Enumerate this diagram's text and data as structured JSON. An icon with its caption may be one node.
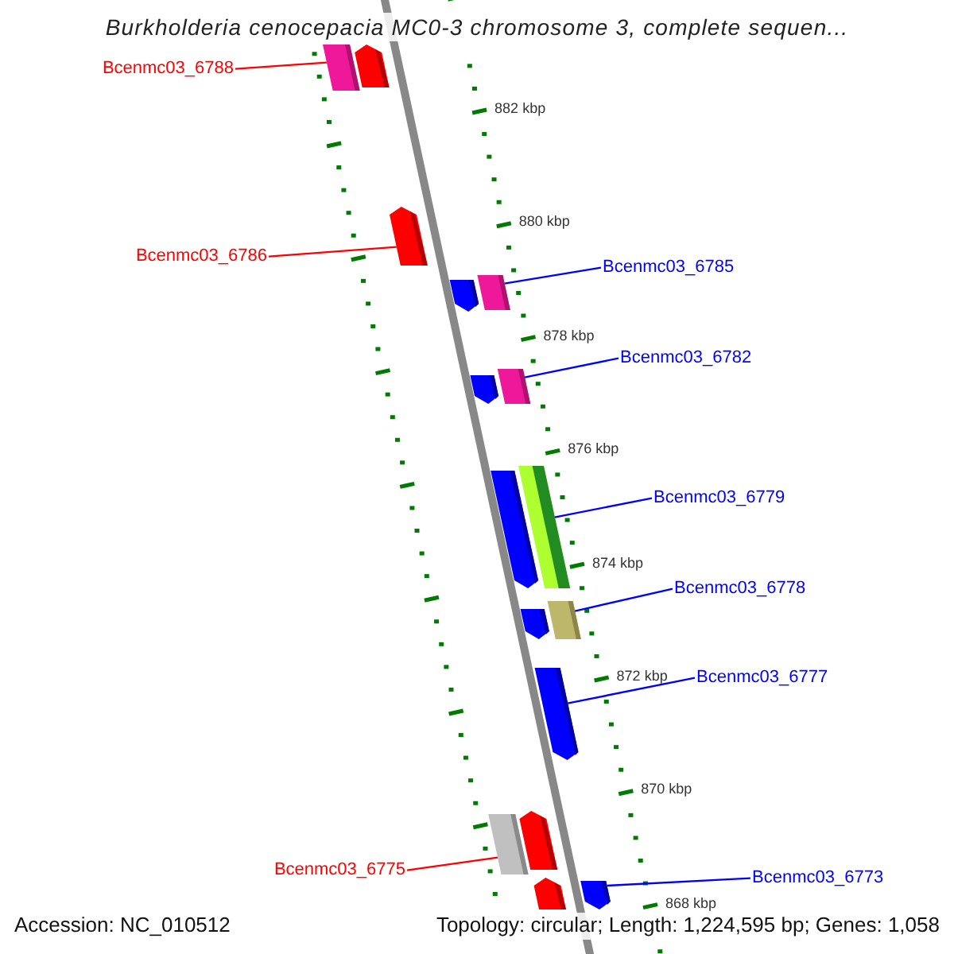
{
  "diagram": {
    "title": "Burkholderia cenocepacia MC0-3 chromosome 3, complete sequen...",
    "nodes": [
      {
        "text": [],
        "shape": "bar"
      },
      {
        "text": [],
        "shape": "bar"
      },
      {
        "text": [
          "Bcenmc03_6788"
        ]
      },
      {
        "text": [],
        "shape": "bar"
      },
      {
        "text": [
          "Bcenmc03_6786"
        ]
      },
      {
        "text": [
          "Bcenmc03_6785"
        ]
      },
      {
        "text": [],
        "shape": "bar"
      },
      {
        "text": [],
        "shape": "bar"
      },
      {
        "text": [
          "Bcenmc03_6782"
        ]
      },
      {
        "text": [],
        "shape": "bar"
      },
      {
        "text": [],
        "shape": "bar"
      },
      {
        "text": [],
        "shape": "bar"
      },
      {
        "text": [],
        "shape": "bar"
      },
      {
        "text": [
          "Bcenmc03_6779"
        ]
      },
      {
        "text": [
          "Bcenmc03_6778"
        ]
      },
      {
        "text": [],
        "shape": "bar"
      },
      {
        "text": [],
        "shape": "bar"
      },
      {
        "text": [],
        "shape": "bar"
      },
      {
        "text": [
          "Bcenmc03_6777"
        ]
      },
      {
        "text": [],
        "shape": "bar"
      },
      {
        "text": [],
        "shape": "bar"
      },
      {
        "text": [
          "Bcenmc03_6775"
        ]
      },
      {
        "text": [],
        "shape": "bar"
      },
      {
        "text": [
          "Bcenmc03_6773"
        ]
      },
      {
        "text": [],
        "shape": "bar"
      }
    ],
    "edges": [
      {
        "from": 2,
        "to": 0,
        "arrow": "none",
        "color": "#ff0000"
      },
      {
        "from": 4,
        "to": 3,
        "arrow": "none",
        "color": "#ff0000"
      },
      {
        "from": 5,
        "to": 7,
        "arrow": "none"
      },
      {
        "from": 8,
        "to": 10,
        "arrow": "none"
      },
      {
        "from": 13,
        "to": 12,
        "arrow": "none"
      },
      {
        "from": 14,
        "to": 16,
        "arrow": "none"
      },
      {
        "from": 18,
        "to": 17,
        "arrow": "none"
      },
      {
        "from": 21,
        "to": 19,
        "arrow": "none",
        "color": "#ff0000"
      },
      {
        "from": 23,
        "to": 24,
        "arrow": "none"
      }
    ],
    "labels": [
      "882 kbp",
      "880 kbp",
      "878 kbp",
      "876 kbp",
      "874 kbp",
      "872 kbp",
      "870 kbp",
      "868 kbp",
      "Accession: NC_010512",
      "Topology: circular; Length: 1,224,595 bp; Genes: 1,058"
    ]
  }
}
